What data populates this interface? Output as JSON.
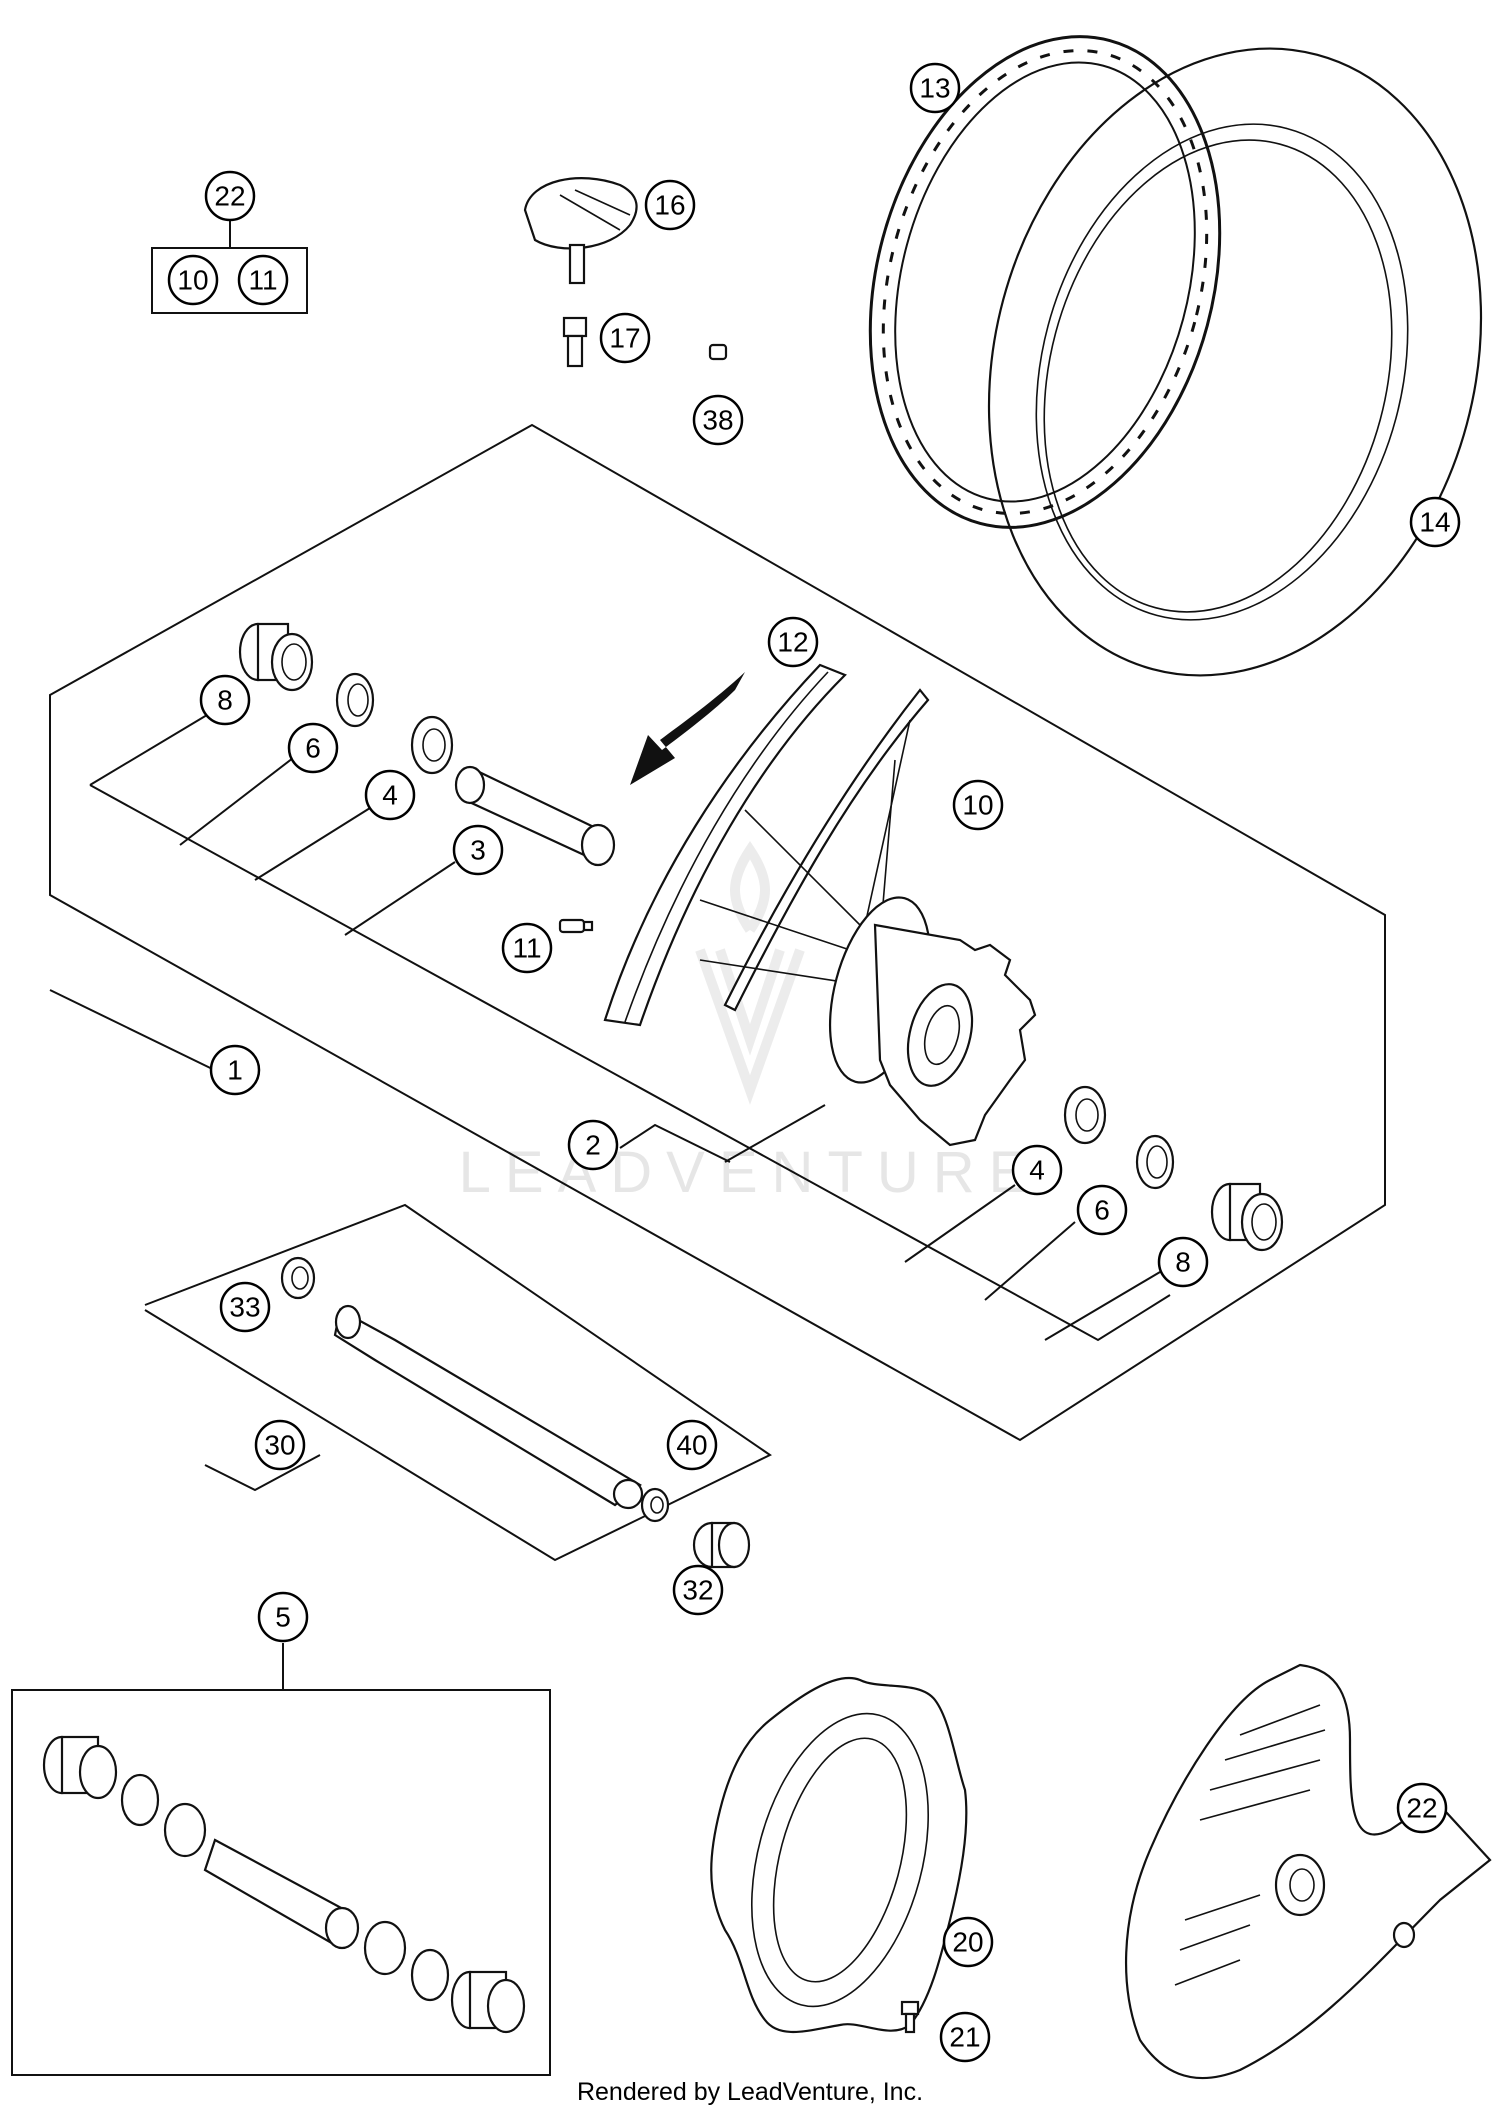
{
  "watermark": {
    "text": "LEADVENTURE"
  },
  "footer": {
    "credit": "Rendered by LeadVenture, Inc."
  },
  "callouts": [
    {
      "id": "c22a",
      "label": "22"
    },
    {
      "id": "c10a",
      "label": "10"
    },
    {
      "id": "c11a",
      "label": "11"
    },
    {
      "id": "c16",
      "label": "16"
    },
    {
      "id": "c17",
      "label": "17"
    },
    {
      "id": "c38",
      "label": "38"
    },
    {
      "id": "c13",
      "label": "13"
    },
    {
      "id": "c14",
      "label": "14"
    },
    {
      "id": "c12",
      "label": "12"
    },
    {
      "id": "c8a",
      "label": "8"
    },
    {
      "id": "c6a",
      "label": "6"
    },
    {
      "id": "c4a",
      "label": "4"
    },
    {
      "id": "c3",
      "label": "3"
    },
    {
      "id": "c10b",
      "label": "10"
    },
    {
      "id": "c11b",
      "label": "11"
    },
    {
      "id": "c1",
      "label": "1"
    },
    {
      "id": "c2",
      "label": "2"
    },
    {
      "id": "c4b",
      "label": "4"
    },
    {
      "id": "c6b",
      "label": "6"
    },
    {
      "id": "c8b",
      "label": "8"
    },
    {
      "id": "c33",
      "label": "33"
    },
    {
      "id": "c30",
      "label": "30"
    },
    {
      "id": "c40",
      "label": "40"
    },
    {
      "id": "c32",
      "label": "32"
    },
    {
      "id": "c5",
      "label": "5"
    },
    {
      "id": "c20",
      "label": "20"
    },
    {
      "id": "c21",
      "label": "21"
    },
    {
      "id": "c22b",
      "label": "22"
    }
  ]
}
